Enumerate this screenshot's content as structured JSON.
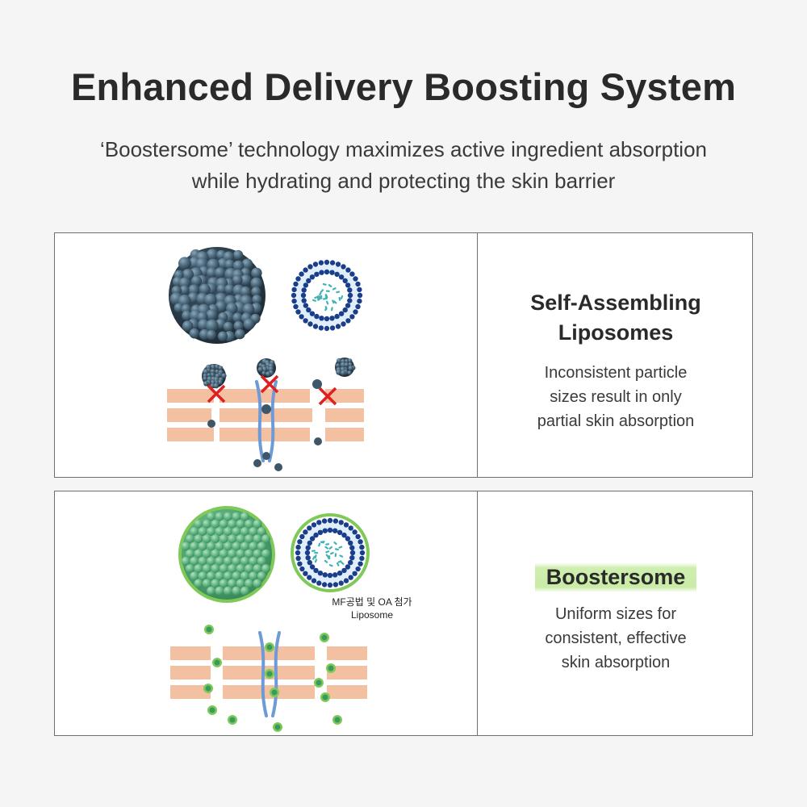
{
  "page": {
    "title": "Enhanced Delivery Boosting System",
    "subtitle_line1": "‘Boostersome’ technology maximizes active ingredient absorption",
    "subtitle_line2": "while hydrating and protecting the skin barrier"
  },
  "panels": [
    {
      "heading_line1": "Self-Assembling",
      "heading_line2": "Liposomes",
      "desc_line1": "Inconsistent particle",
      "desc_line2": "sizes result in only",
      "desc_line3": "partial skin absorption"
    },
    {
      "heading": "Boostersome",
      "caption_line1": "MF공법 및 OA 첨가",
      "caption_line2": "Liposome",
      "desc_line1": "Uniform sizes for",
      "desc_line2": "consistent, effective",
      "desc_line3": "skin absorption"
    }
  ],
  "colors": {
    "particle_dark": "#3d5668",
    "particle_blue": "#5a7f95",
    "particle_green": "#5fb87a",
    "green_ring": "#7ec957",
    "membrane_blue": "#1a3e8c",
    "skin_cell": "#f3c1a2",
    "x_mark": "#e02020",
    "highlight_green": "#c9eca6"
  },
  "icons": [
    "nanoparticle-cluster-icon",
    "liposome-cross-section-icon",
    "skin-layer-icon",
    "blocked-x-icon"
  ]
}
